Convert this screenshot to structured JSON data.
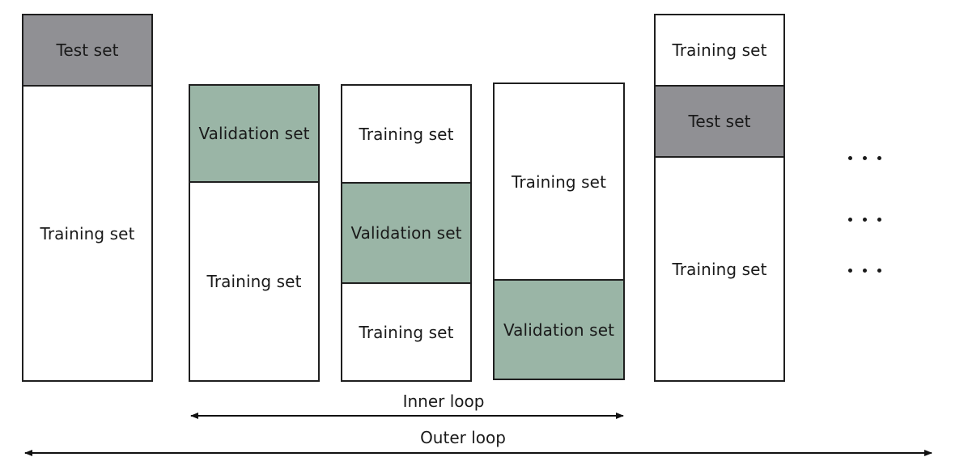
{
  "colors": {
    "test": "#909094",
    "validation": "#9ab5a6",
    "training": "#ffffff",
    "border": "#1f1f1f"
  },
  "columns": [
    {
      "segments": [
        {
          "label": "Test set",
          "kind": "test"
        },
        {
          "label": "Training set",
          "kind": "training"
        }
      ]
    },
    {
      "segments": [
        {
          "label": "Validation set",
          "kind": "validation"
        },
        {
          "label": "Training set",
          "kind": "training"
        }
      ]
    },
    {
      "segments": [
        {
          "label": "Training set",
          "kind": "training"
        },
        {
          "label": "Validation set",
          "kind": "validation"
        },
        {
          "label": "Training set",
          "kind": "training"
        }
      ]
    },
    {
      "segments": [
        {
          "label": "Training set",
          "kind": "training"
        },
        {
          "label": "Validation set",
          "kind": "validation"
        }
      ]
    },
    {
      "segments": [
        {
          "label": "Training set",
          "kind": "training"
        },
        {
          "label": "Test set",
          "kind": "test"
        },
        {
          "label": "Training set",
          "kind": "training"
        }
      ]
    }
  ],
  "ellipsis": [
    "• • •",
    "• • •",
    "• • •"
  ],
  "inner_loop": {
    "label": "Inner loop"
  },
  "outer_loop": {
    "label": "Outer loop"
  }
}
